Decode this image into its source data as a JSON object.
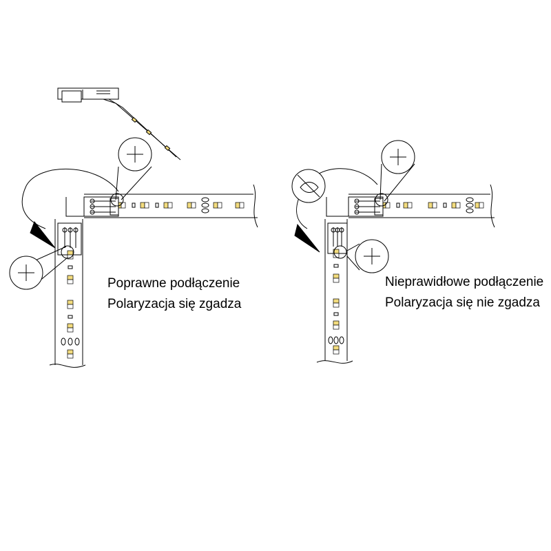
{
  "left_panel": {
    "caption_line1": "Poprawne podłączenie",
    "caption_line2": "Polaryzacja się zgadza"
  },
  "right_panel": {
    "caption_line1": "Nieprawidłowe podłączenie",
    "caption_line2": "Polaryzacja się nie zgadza"
  },
  "symbols": {
    "plus_icon": "plus-in-circle-icon",
    "no_icon": "prohibited-icon"
  },
  "colors": {
    "line": "#000000",
    "led_yellow": "#f3dc7e",
    "led_white": "#ffffff"
  }
}
